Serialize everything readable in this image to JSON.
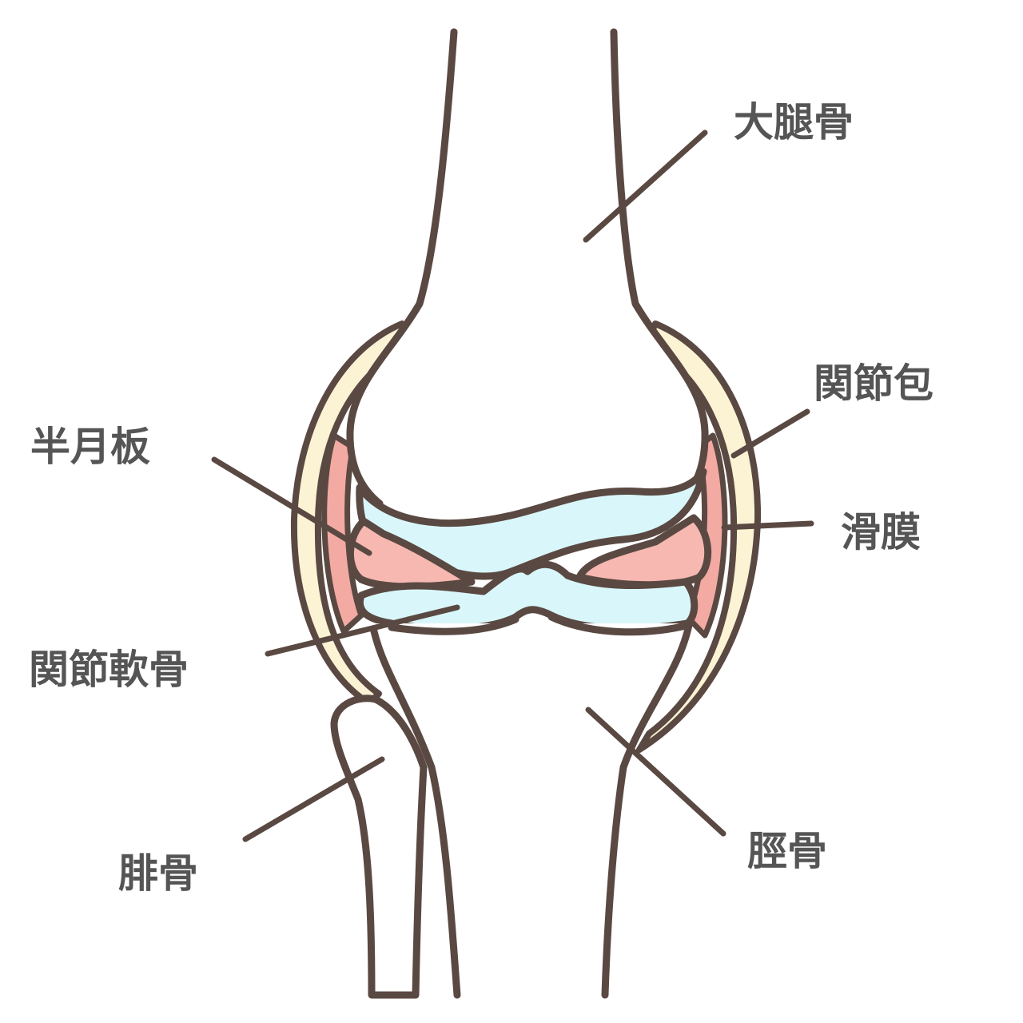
{
  "labels": {
    "femur": "大腿骨",
    "joint_capsule": "関節包",
    "meniscus": "半月板",
    "synovial_membrane": "滑膜",
    "articular_cartilage": "関節軟骨",
    "fibula": "腓骨",
    "tibia": "脛骨"
  },
  "colors": {
    "outline": "#5a4942",
    "label_text": "#555555",
    "capsule": "#fbf3d4",
    "synovium": "#f3aaa3",
    "meniscus": "#f6b8b0",
    "cartilage": "#d9f7fb",
    "bone": "#ffffff"
  }
}
